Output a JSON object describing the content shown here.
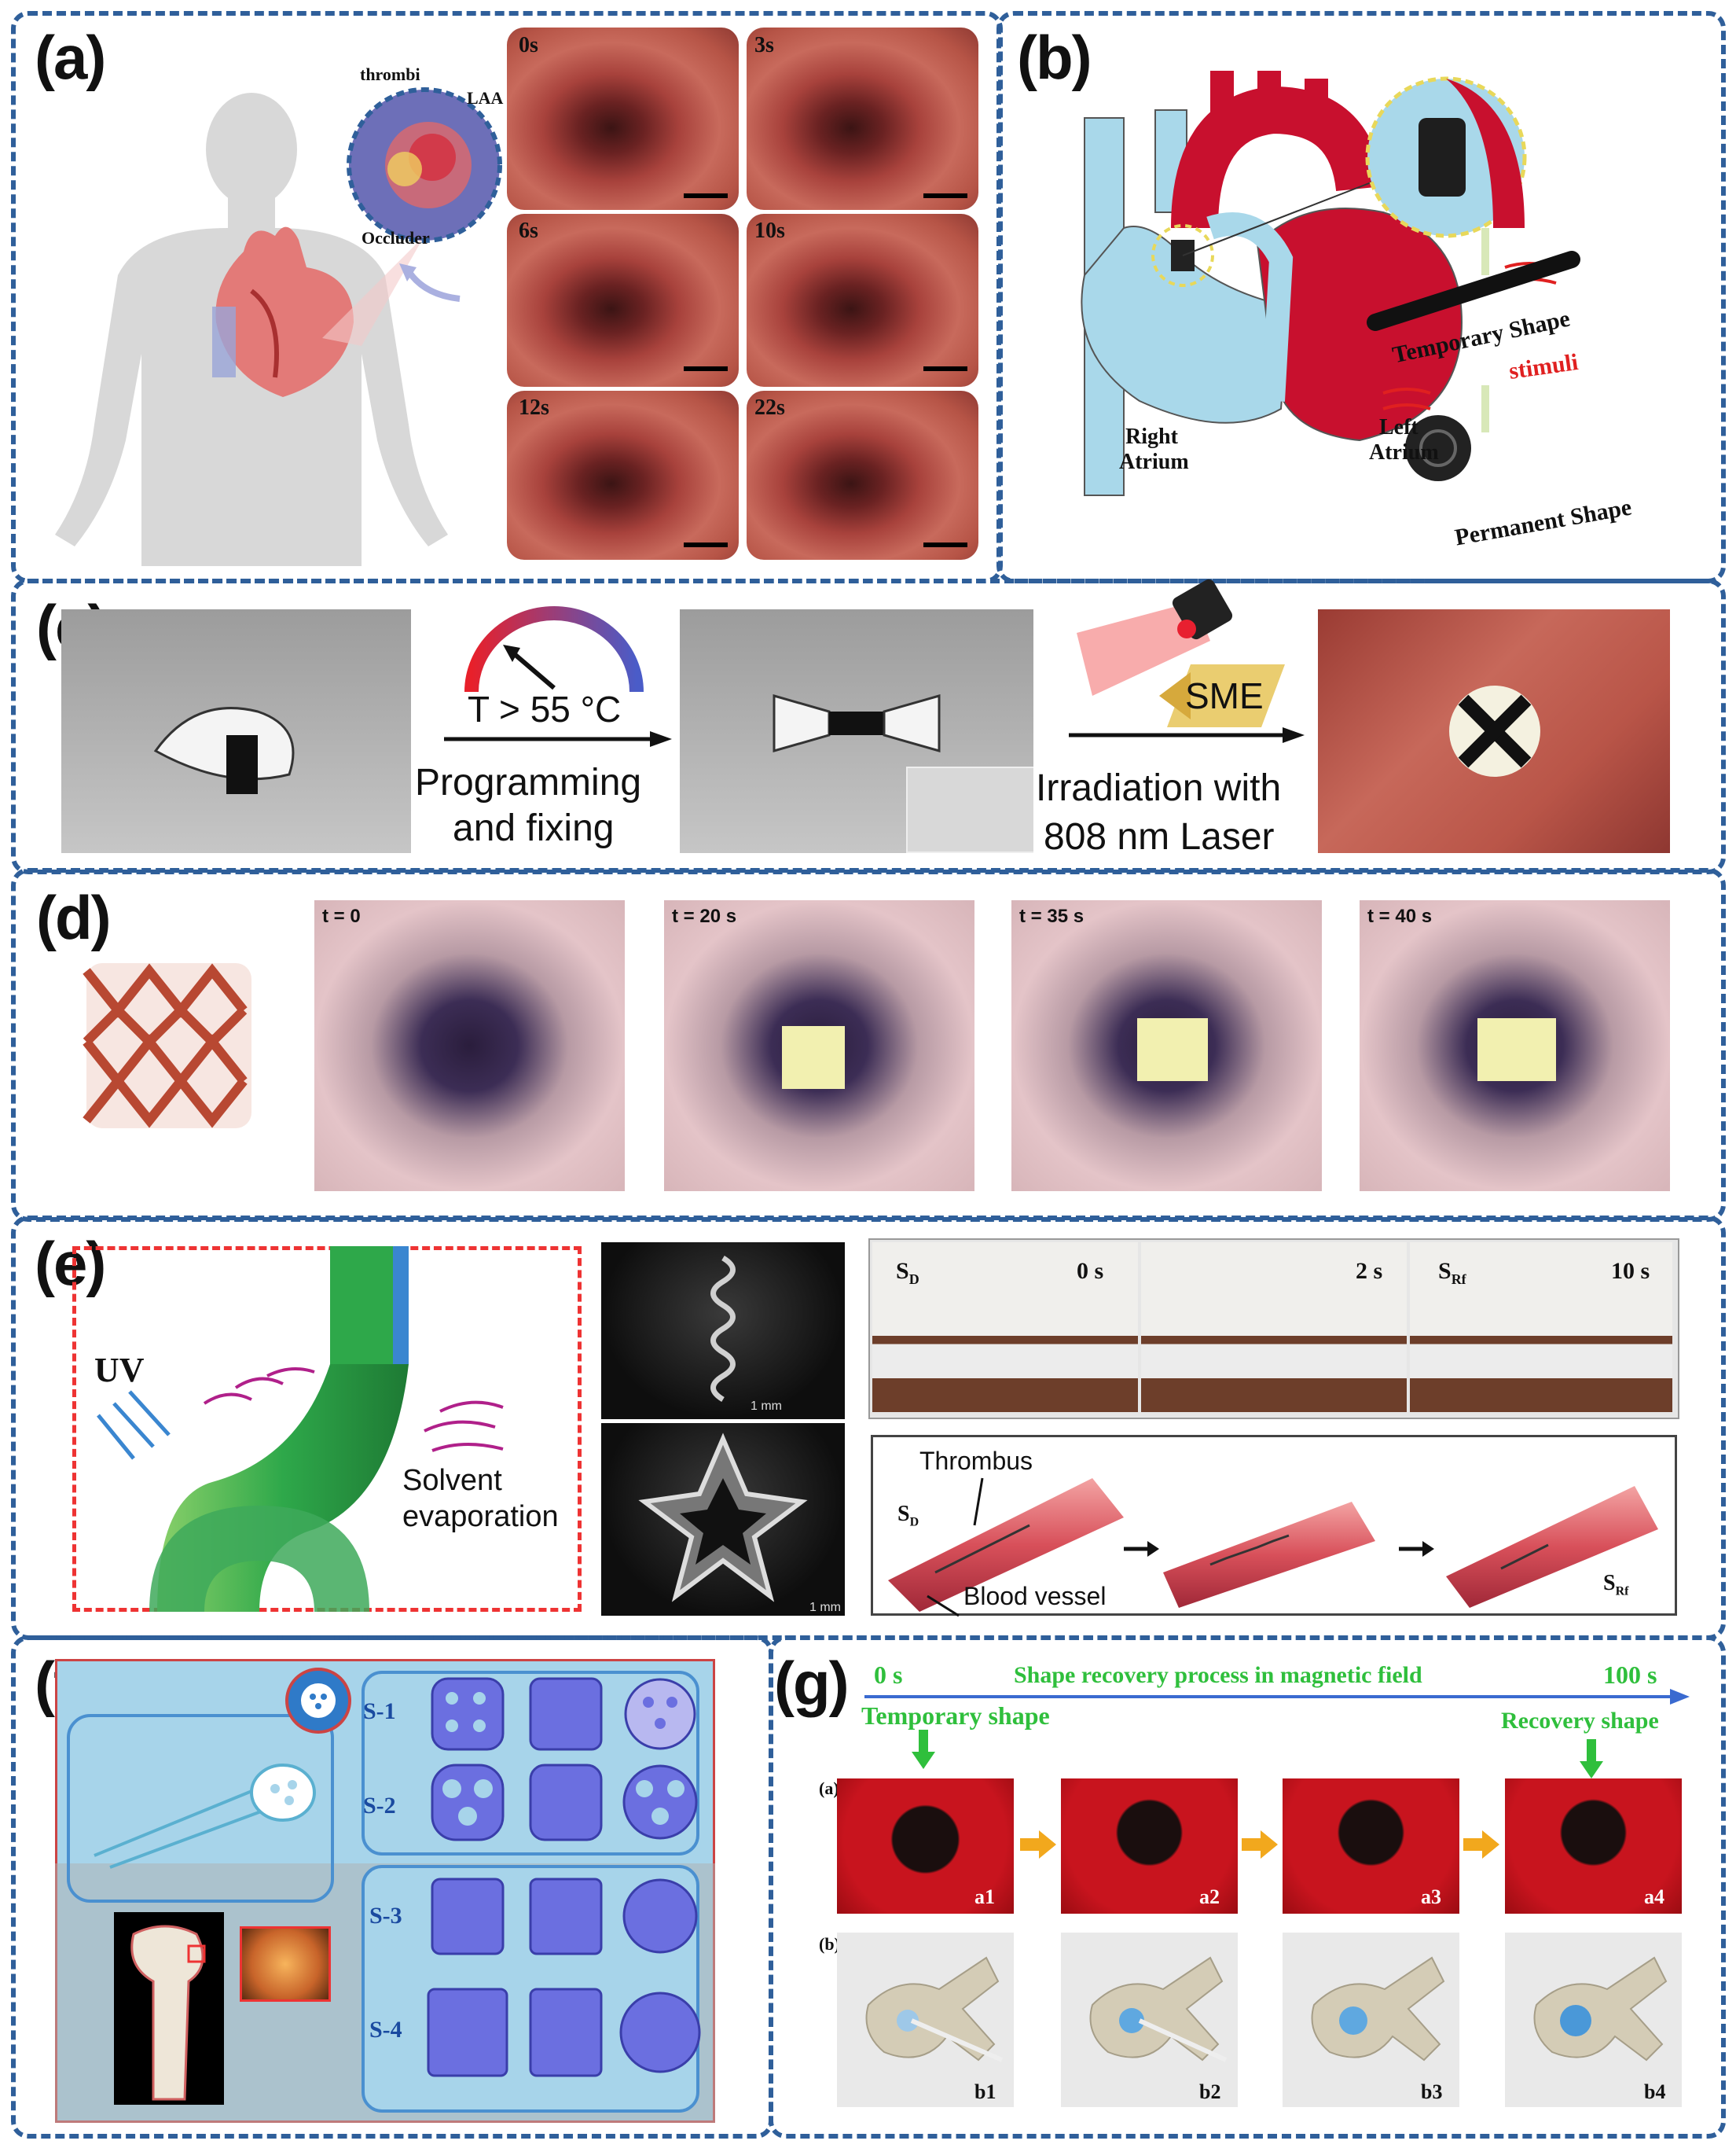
{
  "panels": {
    "a": {
      "label": "(a)",
      "thrombi": "thrombi",
      "laa": "LAA",
      "occluder": "Occluder",
      "frames": [
        "0s",
        "3s",
        "6s",
        "10s",
        "12s",
        "22s"
      ]
    },
    "b": {
      "label": "(b)",
      "temporary_shape": "Temporary Shape",
      "stimuli": "stimuli",
      "right_atrium_1": "Right",
      "right_atrium_2": "Atrium",
      "left_atrium_1": "Left",
      "left_atrium_2": "Atrium",
      "permanent_shape": "Permanent Shape"
    },
    "c": {
      "label": "(c)",
      "temp": "T > 55 °C",
      "step1_line1": "Programming",
      "step1_line2": "and fixing",
      "sme": "SME",
      "step2_line1": "Irradiation with",
      "step2_line2": "808 nm Laser"
    },
    "d": {
      "label": "(d)",
      "frames": [
        "t = 0",
        "t = 20 s",
        "t = 35 s",
        "t = 40 s"
      ]
    },
    "e": {
      "label": "(e)",
      "uv": "UV",
      "solvent_1": "Solvent",
      "solvent_2": "evaporation",
      "scale": "1 mm",
      "sd": "S",
      "sd_sub": "D",
      "srf": "S",
      "srf_sub": "Rf",
      "times": [
        "0 s",
        "2 s",
        "10 s"
      ],
      "thrombus": "Thrombus",
      "blood_vessel": "Blood vessel"
    },
    "f": {
      "label": "(f)",
      "rows": [
        "S-1",
        "S-2",
        "S-3",
        "S-4"
      ]
    },
    "g": {
      "label": "(g)",
      "start": "0 s",
      "title": "Shape recovery process in magnetic field",
      "end": "100 s",
      "temporary": "Temporary shape",
      "recovery": "Recovery shape",
      "row_a": "(a)",
      "row_b": "(b)",
      "a_tags": [
        "a1",
        "a2",
        "a3",
        "a4"
      ],
      "b_tags": [
        "b1",
        "b2",
        "b3",
        "b4"
      ]
    }
  },
  "colors": {
    "border": "#2f5f9a",
    "blood_red": "#c8102e",
    "vein_blue": "#a9d8ea",
    "green": "#2fbf3c",
    "arrow_orange": "#f2a81d"
  }
}
